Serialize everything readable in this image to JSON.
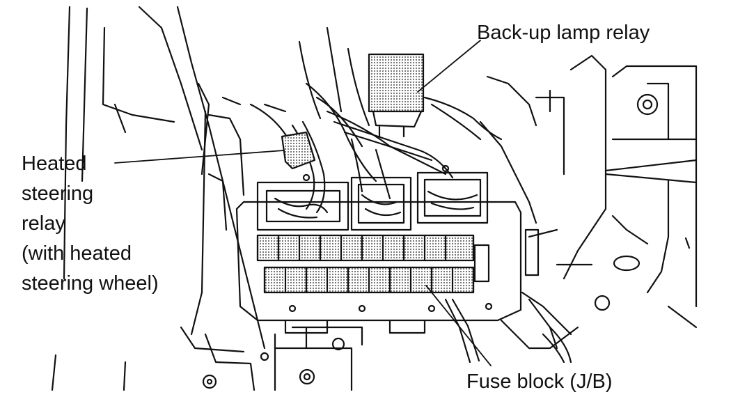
{
  "labels": {
    "backup_lamp_relay": "Back-up lamp relay",
    "heated_steering_relay": [
      "Heated",
      "steering",
      "relay",
      "(with heated",
      "steering wheel)"
    ],
    "fuse_block": "Fuse block (J/B)"
  },
  "colors": {
    "line": "#111111",
    "hatch": "#8a8a8a",
    "background": "#ffffff"
  }
}
